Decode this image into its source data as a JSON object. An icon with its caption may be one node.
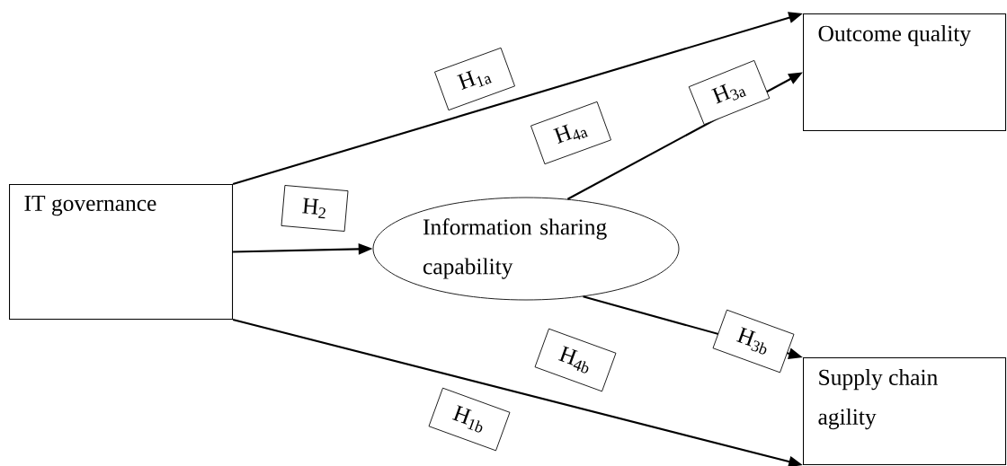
{
  "diagram": {
    "nodes": [
      {
        "text": [
          "IT governance"
        ]
      },
      {
        "text": [
          "Information sharing capability"
        ]
      },
      {
        "text": [
          "Outcome quality"
        ]
      },
      {
        "text": [
          "Supply chain agility"
        ]
      }
    ],
    "edges": [
      {
        "from": 0,
        "to": 2,
        "arrow": "to",
        "label": "H$_{1a}$"
      },
      {
        "from": 0,
        "to": 1,
        "arrow": "to",
        "label": "H$_{2}$"
      },
      {
        "from": 1,
        "to": 2,
        "arrow": "to",
        "label": "H$_{3a}$"
      },
      {
        "from": 1,
        "to": 3,
        "arrow": "to",
        "label": "H$_{3b}$"
      },
      {
        "from": 0,
        "to": 3,
        "arrow": "to",
        "label": "H$_{1b}$"
      }
    ],
    "labels": [
      "H$_{4a}$",
      "H$_{4b}$"
    ]
  }
}
